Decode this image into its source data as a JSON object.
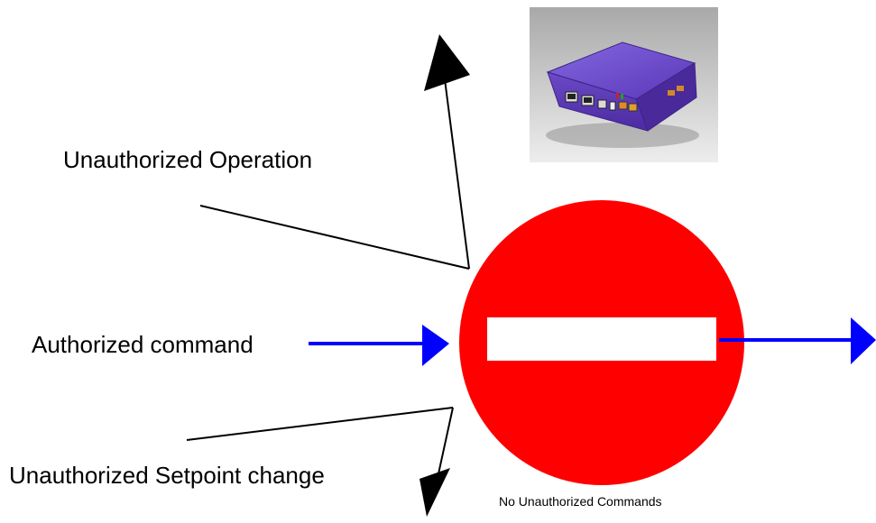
{
  "labels": {
    "unauthorized_operation": "Unauthorized Operation",
    "authorized_command": "Authorized command",
    "unauthorized_setpoint_change": "Unauthorized Setpoint change",
    "caption": "No Unauthorized Commands"
  },
  "icons": {
    "device": "controller-device-photo",
    "sign": "no-entry-sign"
  },
  "colors": {
    "sign_red": "#ff0000",
    "sign_bar": "#ffffff",
    "authorized_arrow": "#0000ff",
    "unauthorized_arrow": "#000000",
    "device_body": "#6b48c8"
  }
}
